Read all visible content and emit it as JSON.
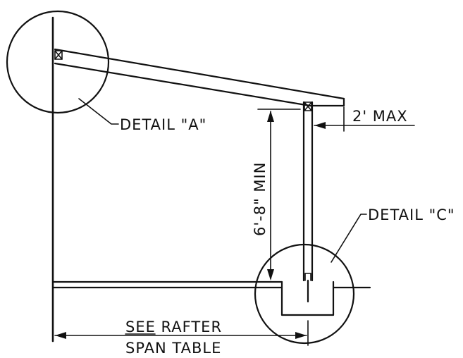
{
  "labels": {
    "detail_a": "DETAIL \"A\"",
    "detail_c": "DETAIL \"C\"",
    "max_overhang": "2' MAX",
    "min_height": "6'-8\" MIN",
    "span_line1": "SEE RAFTER",
    "span_line2": "SPAN TABLE"
  }
}
